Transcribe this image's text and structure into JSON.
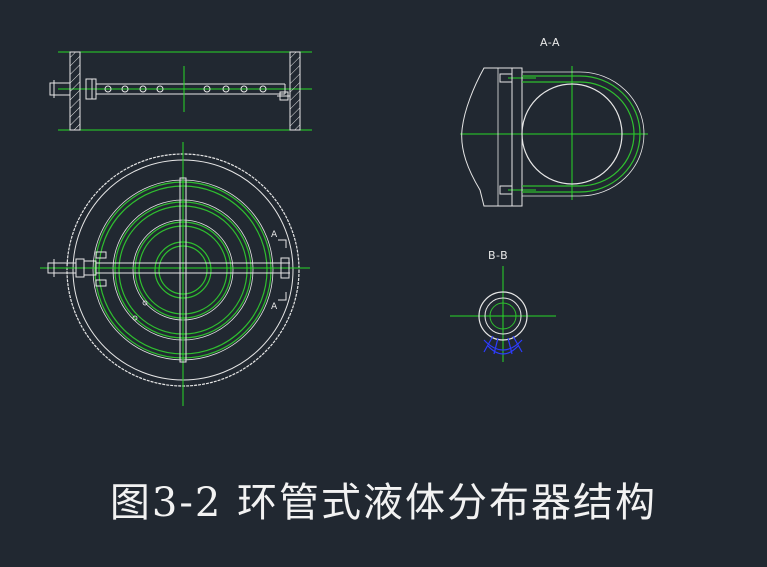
{
  "labels": {
    "section_aa": "A-A",
    "section_bb": "B-B",
    "marker_a_top": "A",
    "marker_a_bottom": "A"
  },
  "caption": "图3-2 环管式液体分布器结构",
  "colors": {
    "background": "#212831",
    "white_line": "#e6e6e6",
    "center_line": "#27d927",
    "pipe_green": "#2fbf2f",
    "accent_blue": "#2d3cff"
  }
}
